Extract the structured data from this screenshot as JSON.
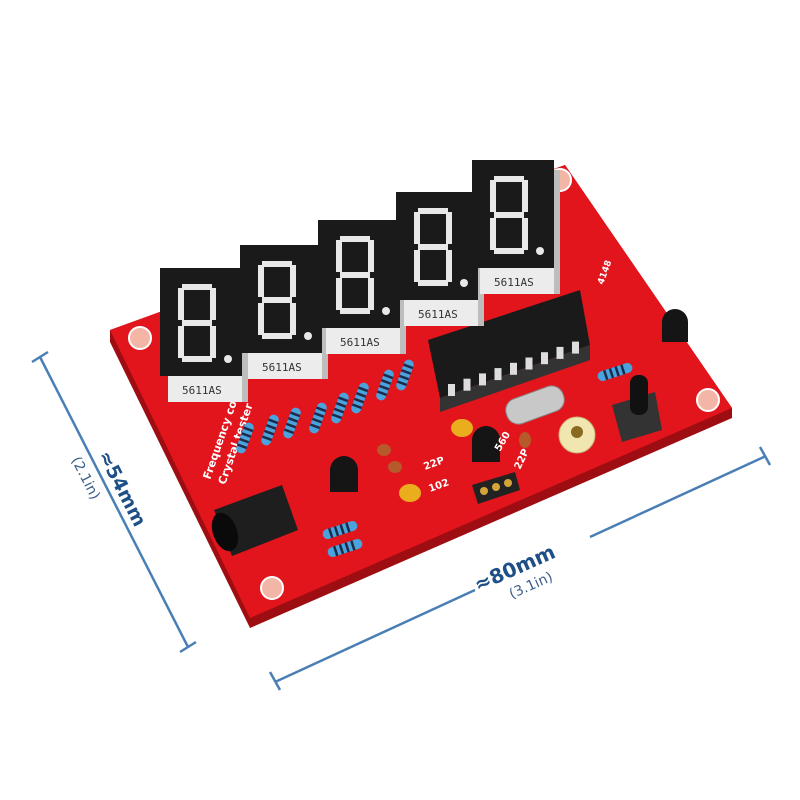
{
  "dimensions": {
    "height": {
      "label": "≈54mm",
      "sub": "(2.1in)"
    },
    "width": {
      "label": "≈80mm",
      "sub": "(3.1in)"
    },
    "line_color": "#4a7fb5"
  },
  "board": {
    "color": "#e2141c",
    "title_line1": "Frequency counter",
    "title_line2": "Crystal tester",
    "displays": [
      {
        "label": "5611AS"
      },
      {
        "label": "5611AS"
      },
      {
        "label": "5611AS"
      },
      {
        "label": "5611AS"
      },
      {
        "label": "5611AS"
      }
    ],
    "silkscreen": {
      "cap1": "22P",
      "cap2": "102",
      "cap3": "22P",
      "res": "560",
      "diode": "4148"
    }
  }
}
